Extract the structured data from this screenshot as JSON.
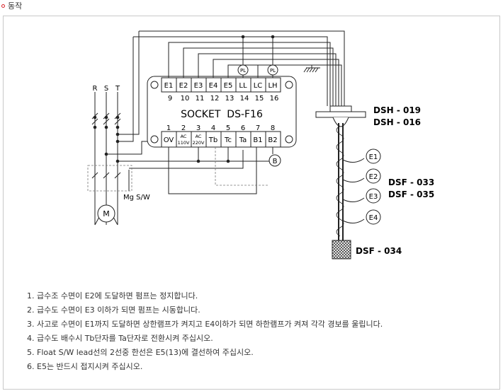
{
  "header": {
    "title": "동작",
    "bullet_color": "#d8232a"
  },
  "socket": {
    "title": "SOCKET  DS-F16",
    "top_terminals": [
      "E1",
      "E2",
      "E3",
      "E4",
      "E5",
      "LL",
      "LC",
      "LH"
    ],
    "top_numbers": [
      "9",
      "10",
      "11",
      "12",
      "13",
      "14",
      "15",
      "16"
    ],
    "bottom_numbers": [
      "1",
      "2",
      "3",
      "4",
      "5",
      "6",
      "7",
      "8"
    ],
    "bottom_terminals": [
      "OV",
      "AC\n110V",
      "AC\n220V",
      "Tb",
      "Tc",
      "Ta",
      "B1",
      "B2"
    ]
  },
  "left": {
    "phase_labels": [
      "R",
      "S",
      "T"
    ],
    "motor_label": "M",
    "mg_label": "Mg S/W"
  },
  "lamps": [
    "PL",
    "PL"
  ],
  "buzzer_label": "B",
  "probe": {
    "holder_labels": [
      "DSH - 019",
      "DSH - 016"
    ],
    "electrodes": [
      "E1",
      "E2",
      "E3",
      "E4"
    ],
    "electrode_labels": [
      "DSF - 033",
      "DSF - 035"
    ],
    "float_label": "DSF - 034"
  },
  "notes": [
    "1. 급수조 수면이 E2에 도달하면 펌프는 정지합니다.",
    "2. 급수도 수면이 E3 이하가 되면 펌프는 시동합니다.",
    "3. 사고로 수면이 E1까지 도달하면 상한램프가 켜지고 E4이하가 되면 하한램프가 켜져 각각 경보를 울립니다.",
    "4. 급수도 배수시 Tb단자를 Ta단자로 전환시켜 주십시오.",
    "5. Float S/W lead선의 2선중 한선은 E5(13)에 결선하여 주십시오.",
    "6. E5는 반드시 접지시켜 주십시오."
  ]
}
